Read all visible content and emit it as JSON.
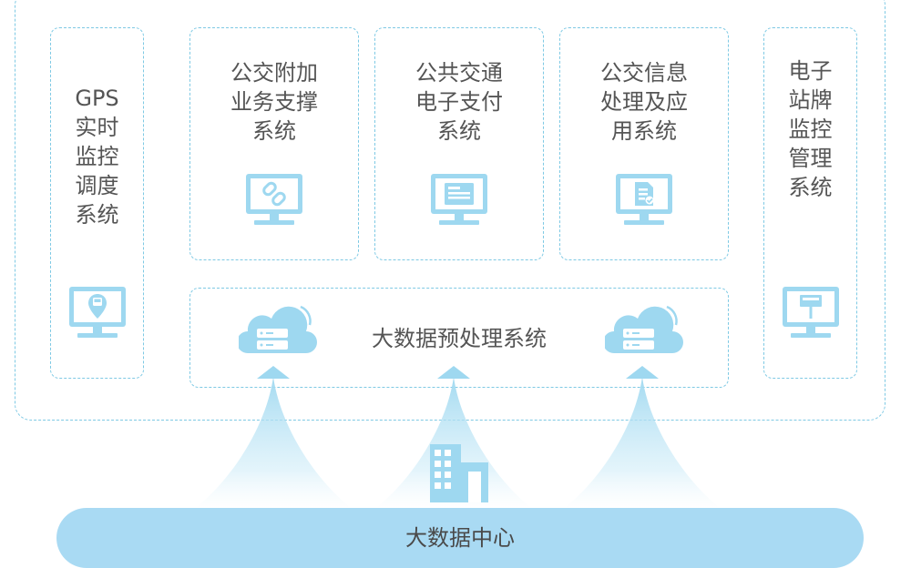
{
  "colors": {
    "accent": "#7ec9e4",
    "icon_fill": "#9ed8f0",
    "hub": "#a9daf3"
  },
  "systems": {
    "gps": {
      "label": "GPS\n实时\n监控\n调度\n系统",
      "icon": "bus-location-monitor-icon"
    },
    "addon": {
      "label": "公交附加\n业务支撑\n系统",
      "icon": "link-monitor-icon"
    },
    "payment": {
      "label": "公共交通\n电子支付\n系统",
      "icon": "card-monitor-icon"
    },
    "info": {
      "label": "公交信息\n处理及应\n用系统",
      "icon": "document-monitor-icon"
    },
    "stop_sign": {
      "label": "电子\n站牌\n监控\n管理\n系统",
      "icon": "signboard-monitor-icon"
    }
  },
  "preprocess": {
    "label": "大数据预处理系统",
    "icons": [
      "cloud-server-icon",
      "cloud-server-icon"
    ]
  },
  "datacenter": {
    "label": "大数据中心",
    "icon": "building-icon"
  }
}
